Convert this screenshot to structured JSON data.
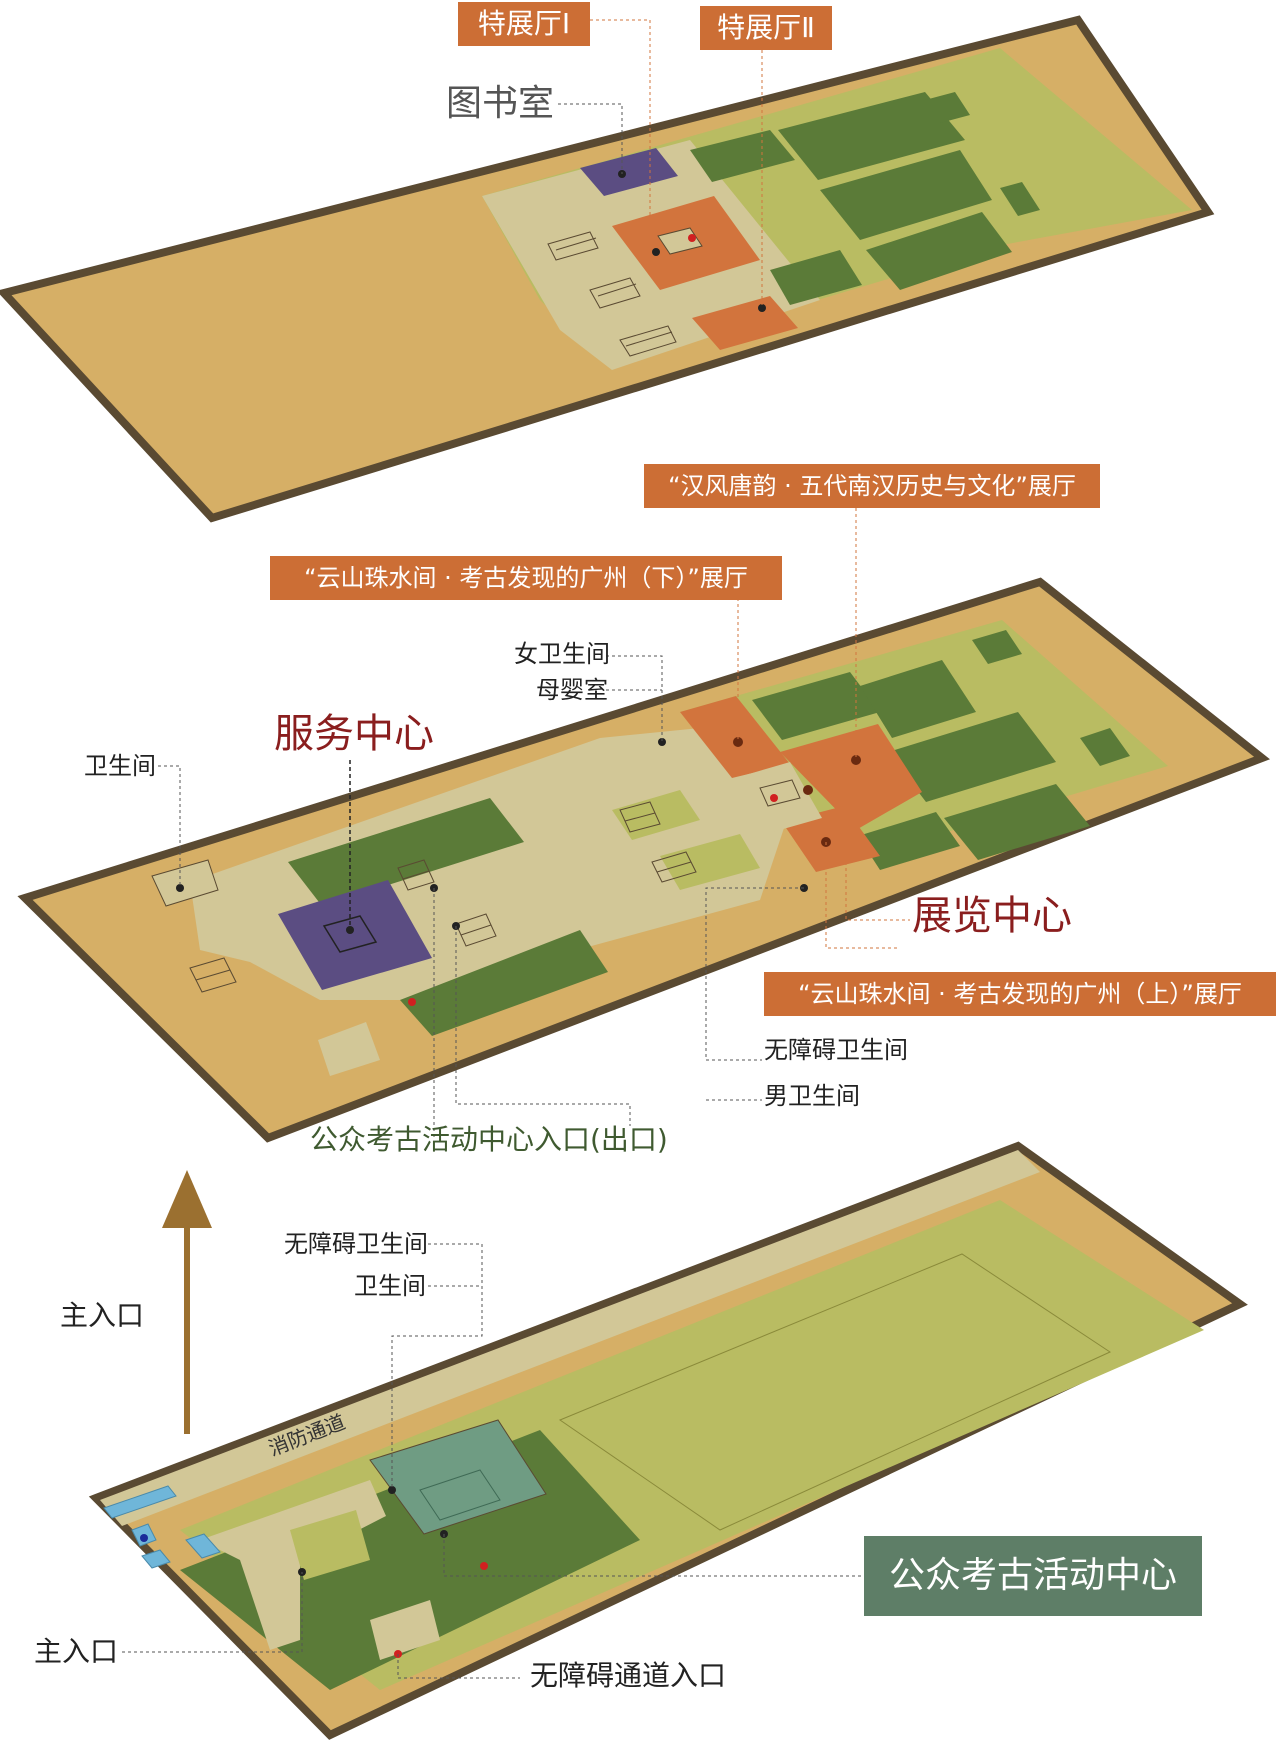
{
  "colors": {
    "ground": "#d6af66",
    "border": "#5a4a32",
    "lightGreen": "#b9bc62",
    "darkGreen": "#5b7b38",
    "beige": "#d2c797",
    "orange": "#d2743d",
    "purple": "#5b4d82",
    "teal": "#6f9c83",
    "darkRed": "#8a1e1e",
    "labelOrange": "#cc6e35",
    "labelTeal": "#5e7e67",
    "brownArrow": "#9b7030"
  },
  "top_floor": {
    "special_hall_1": "特展厅Ⅰ",
    "special_hall_2": "特展厅Ⅱ",
    "library": "图书室"
  },
  "middle_floor": {
    "hall_nanhan": "“汉风唐韵 · 五代南汉历史与文化”展厅",
    "hall_lower": "“云山珠水间 · 考古发现的广州（下）”展厅",
    "womens_restroom": "女卫生间",
    "nursing_room": "母婴室",
    "service_center": "服务中心",
    "restroom": "卫生间",
    "exhibition_center": "展览中心",
    "hall_upper": "“云山珠水间 · 考古发现的广州（上）”展厅",
    "accessible_restroom": "无障碍卫生间",
    "mens_restroom": "男卫生间",
    "archaeology_entrance": "公众考古活动中心入口(出口)"
  },
  "ground_floor": {
    "accessible_restroom": "无障碍卫生间",
    "restroom": "卫生间",
    "fire_lane": "消防通道",
    "main_entrance_arrow": "主入口",
    "main_entrance": "主入口",
    "accessible_entrance": "无障碍通道入口",
    "archaeology_center": "公众考古活动中心"
  }
}
